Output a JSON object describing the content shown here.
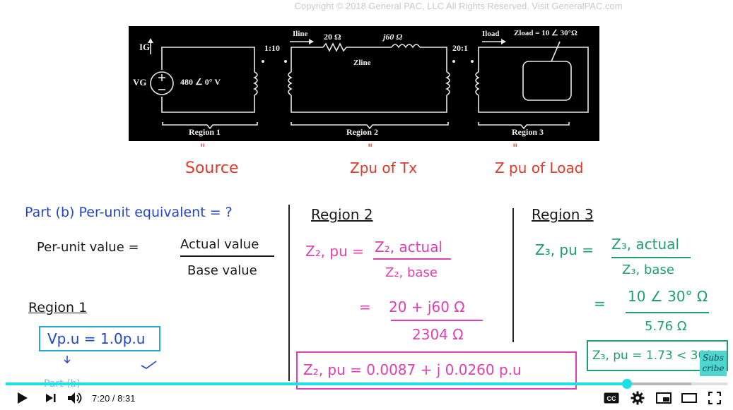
{
  "copyright": "Copyright © 2018 General PAC, LLC All Rights Reserved. Visit GeneralPAC.com",
  "circuit": {
    "ig": "IG",
    "vg": "VG",
    "source_voltage": "480 ∠ 0° V",
    "tx1_ratio": "1:10",
    "i_line": "Iline",
    "r_line": "20 Ω",
    "x_line": "j60 Ω",
    "z_line": "Zline",
    "tx2_ratio": "20:1",
    "i_load": "Iload",
    "z_load": "Zload = 10 ∠ 30°Ω",
    "region1": "Region 1",
    "region2": "Region 2",
    "region3": "Region 3"
  },
  "notes": {
    "ditto1": "\"",
    "ditto2": "\"",
    "ditto3": "\"",
    "source": "Source",
    "zpu_tx": "Zpu of Tx",
    "zpu_load": "Z pu of Load",
    "part_b": "Part (b) Per-unit equivalent = ?",
    "pu_value": "Per-unit value =",
    "actual_value": "Actual value",
    "base_value": "Base value",
    "region1": "Region 1",
    "vpu": "Vp.u = 1.0p.u",
    "part_b_small": "Part (b)",
    "region2": "Region 2",
    "z2pu": "Z₂, pu =",
    "z2actual": "Z₂, actual",
    "z2base": "Z₂, base",
    "eq": "=",
    "r2num": "20 + j60 Ω",
    "r2den": "2304 Ω",
    "z2result": "Z₂, pu = 0.0087 + j 0.0260 p.u",
    "region3": "Region 3",
    "z3pu": "Z₃, pu =",
    "z3actual": "Z₃, actual",
    "z3base": "Z₃, base",
    "eq3": "=",
    "r3num": "10 ∠ 30° Ω",
    "r3den": "5.76 Ω",
    "z3result": "Z₃, pu = 1.73 < 30° pu"
  },
  "subscribe_badge": "Subs cribe",
  "player": {
    "time": "7:20 / 8:31",
    "progress_fraction": 0.861,
    "buffered_fraction": 0.95
  },
  "colors": {
    "progress": "#1de0e6",
    "red_ink": "#e0392a",
    "blue_ink": "#2346c8",
    "magenta_ink": "#e03fb0",
    "green_ink": "#1f9f6c"
  }
}
